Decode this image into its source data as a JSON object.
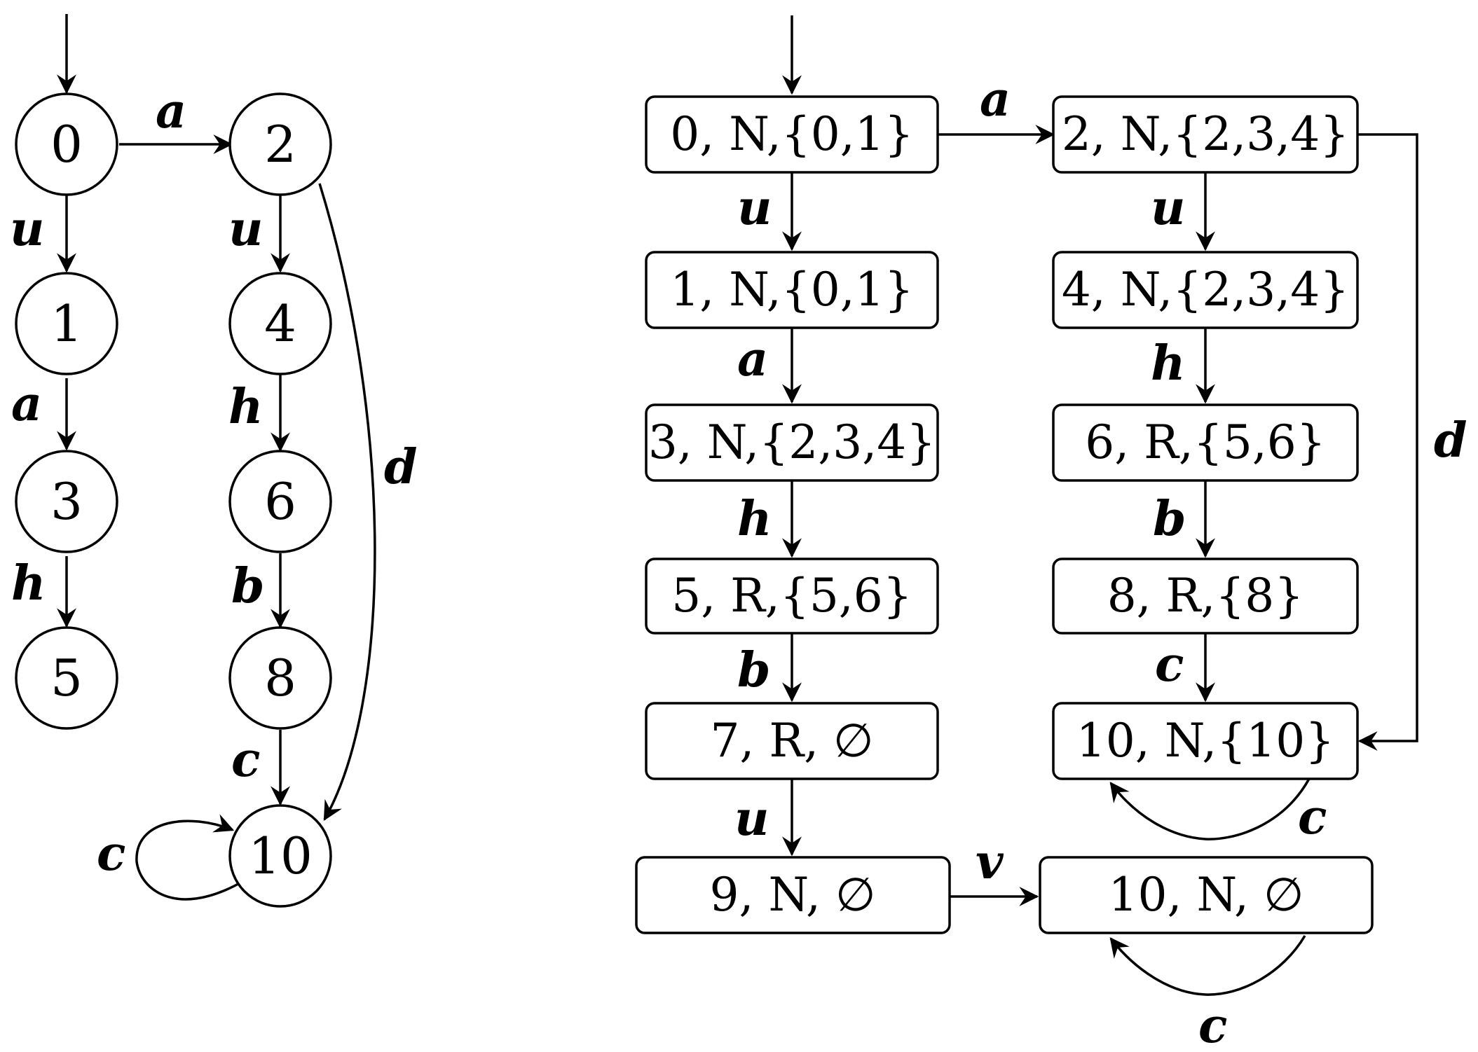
{
  "left_automaton": {
    "states": {
      "s0": "0",
      "s1": "1",
      "s2": "2",
      "s3": "3",
      "s4": "4",
      "s5": "5",
      "s6": "6",
      "s8": "8",
      "s10": "10"
    },
    "edge_labels": {
      "e0_2": "a",
      "e0_1": "u",
      "e1_3": "a",
      "e3_5": "h",
      "e2_4": "u",
      "e4_6": "h",
      "e6_8": "b",
      "e8_10": "c",
      "e2_10": "d",
      "e10_10": "c"
    }
  },
  "right_automaton": {
    "states": {
      "b0": "0, N,{0,1}",
      "b1": "1, N,{0,1}",
      "b3": "3, N,{2,3,4}",
      "b5": "5, R,{5,6}",
      "b7": "7, R, ∅",
      "b9": "9, N, ∅",
      "b2": "2, N,{2,3,4}",
      "b4": "4, N,{2,3,4}",
      "b6": "6, R,{5,6}",
      "b8": "8, R,{8}",
      "b10a": "10, N,{10}",
      "b10b": "10, N, ∅"
    },
    "edge_labels": {
      "r0_2": "a",
      "r0_1": "u",
      "r1_3": "a",
      "r3_5": "h",
      "r5_7": "b",
      "r7_9": "u",
      "r9_10b": "v",
      "r2_4": "u",
      "r4_6": "h",
      "r6_8": "b",
      "r8_10a": "c",
      "r2_10a": "d",
      "r10a_loop": "c",
      "r10b_loop": "c"
    }
  }
}
